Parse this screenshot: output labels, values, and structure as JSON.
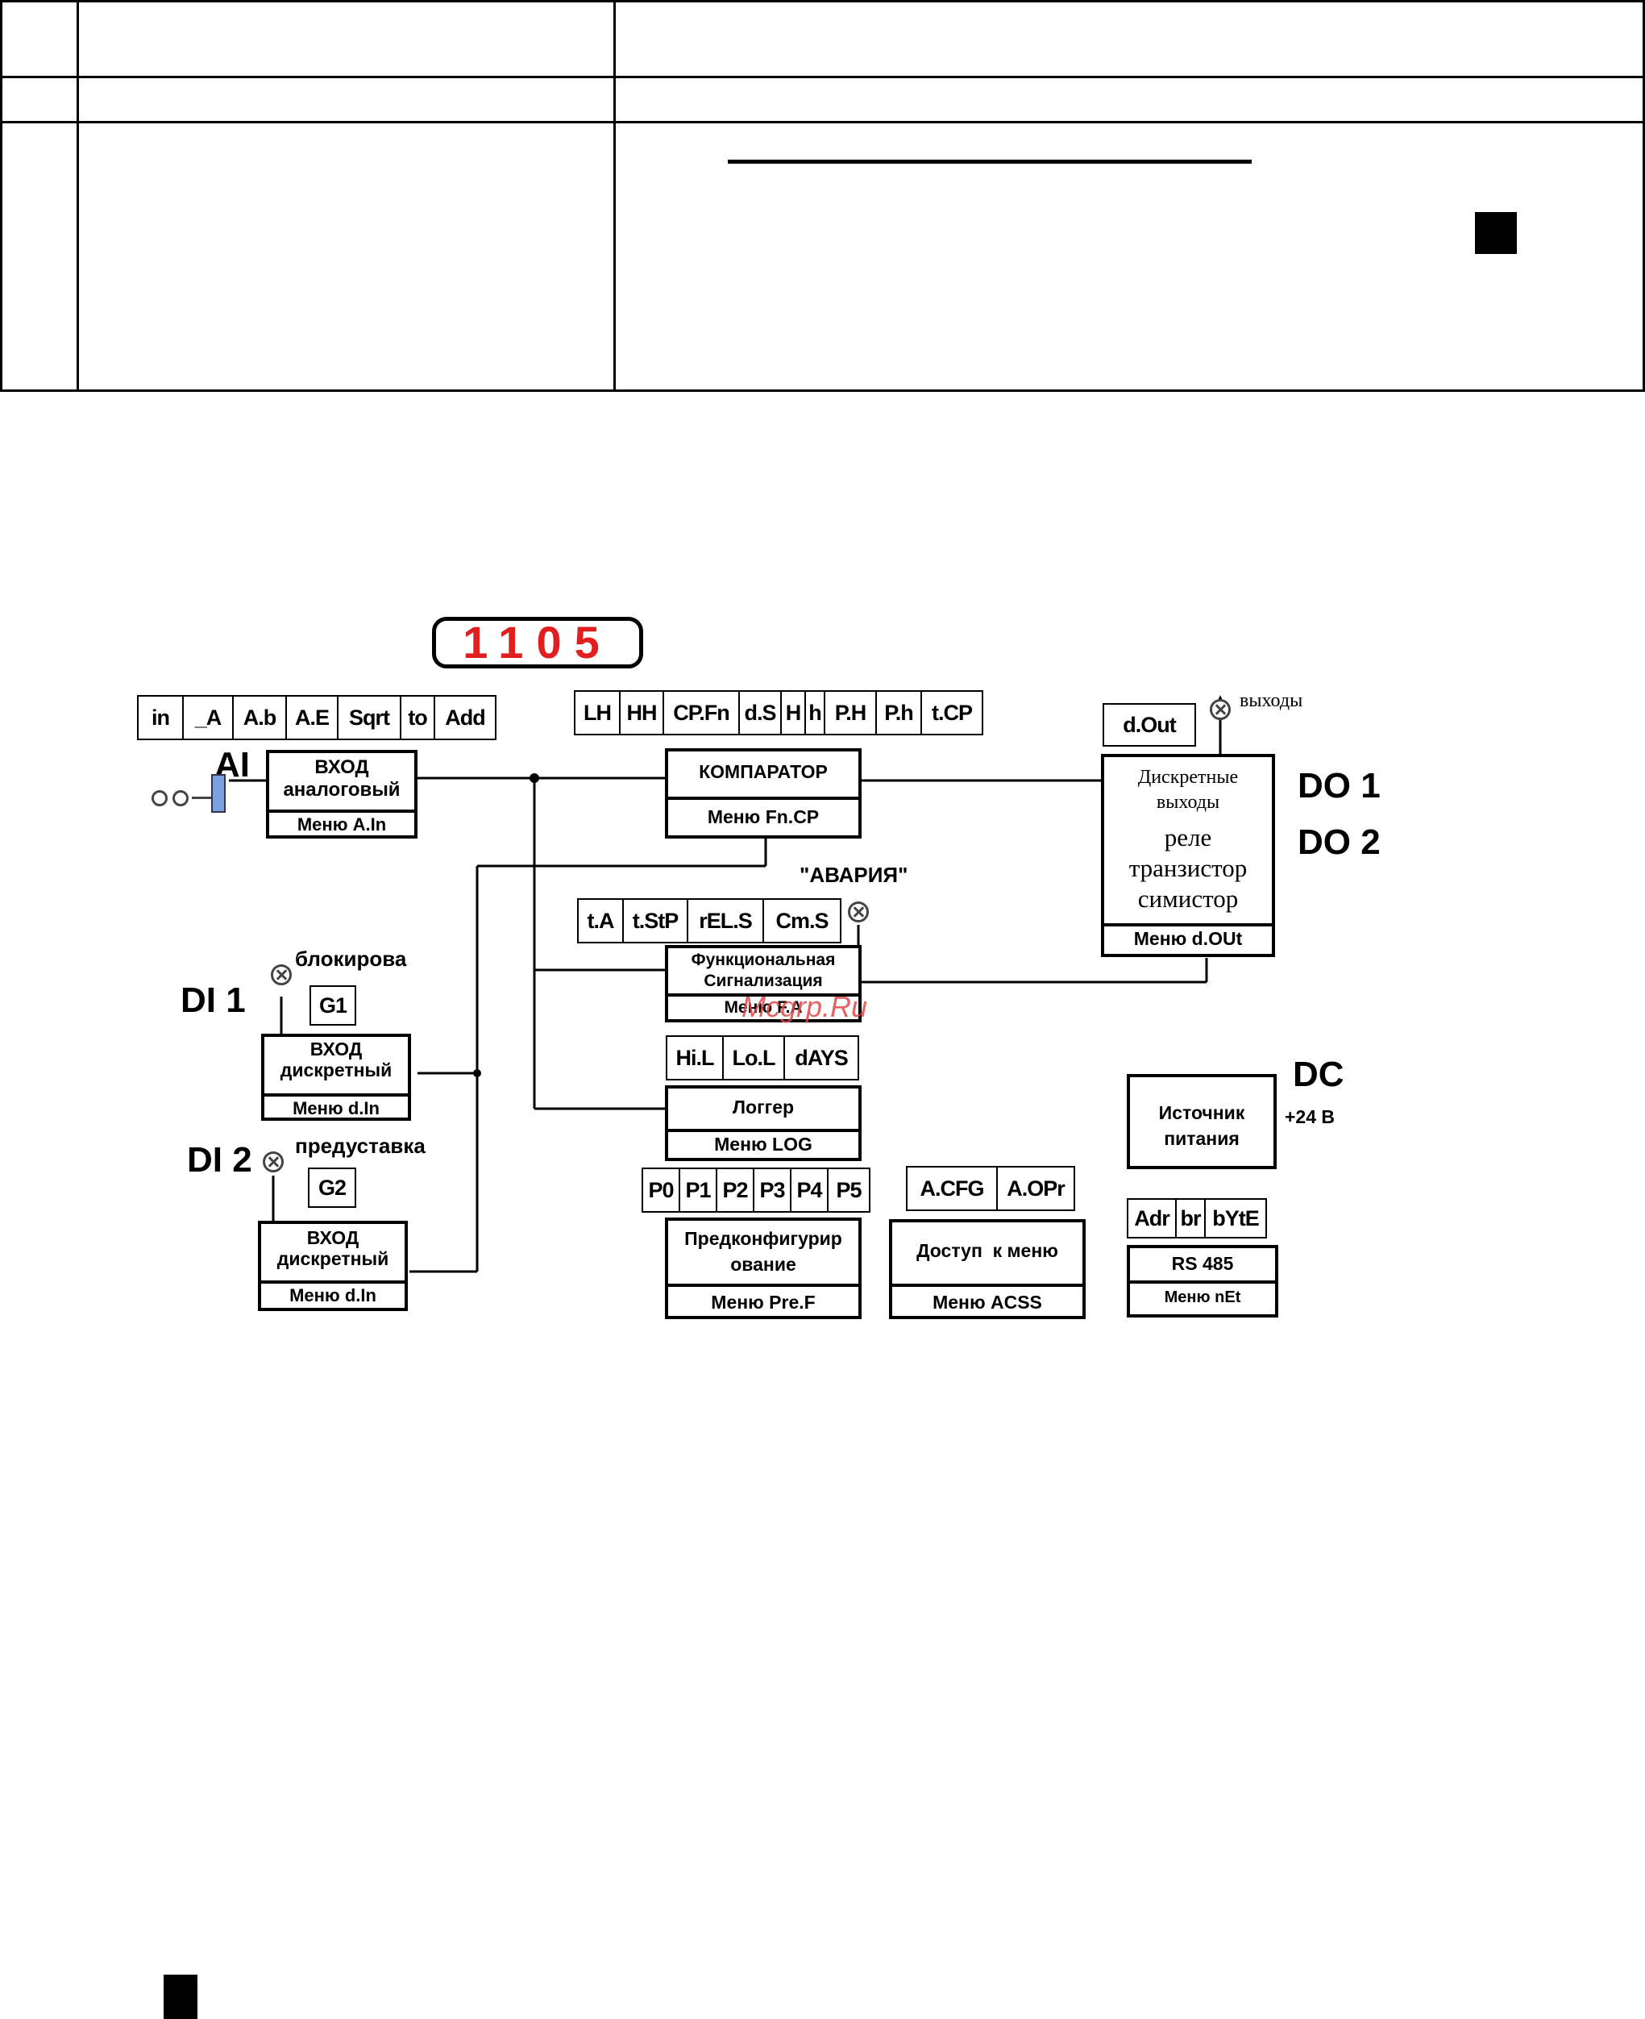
{
  "display": {
    "value": "1105",
    "color": "#e02020"
  },
  "watermark": {
    "text": "Mcgrp.Ru",
    "color": "#e04848"
  },
  "ai": {
    "label": "AI",
    "cells": [
      "in",
      "_A",
      "A.b",
      "A.E",
      "Sqrt",
      "to",
      "Add"
    ],
    "title": "ВХОД аналоговый",
    "menu": "Меню A.In"
  },
  "comparator": {
    "cells": [
      "LH",
      "HH",
      "CP.Fn",
      "d.S",
      "H",
      "h",
      "P.H",
      "P.h",
      "t.CP"
    ],
    "title": "КОМПАРАТОР",
    "menu": "Меню Fn.CP"
  },
  "outputs": {
    "cell": "d.Out",
    "label": "выходы",
    "do1": "DO 1",
    "do2": "DO 2",
    "title": "Дискретные выходы",
    "line1": "реле",
    "line2": "транзистор",
    "line3": "симистор",
    "menu": "Меню d.OUt"
  },
  "alarm": {
    "label": "\"АВАРИЯ\"",
    "cells": [
      "t.A",
      "t.StP",
      "rEL.S",
      "Cm.S"
    ],
    "title": "Функциональная Сигнализация",
    "menu": "Меню F.A"
  },
  "di1": {
    "label": "DI 1",
    "note": "блокирова",
    "cell": "G1",
    "title": "ВХОД дискретный",
    "menu": "Меню d.In"
  },
  "di2": {
    "label": "DI 2",
    "note": "предуставка",
    "cell": "G2",
    "title": "ВХОД дискретный",
    "menu": "Меню d.In"
  },
  "logger": {
    "cells": [
      "Hi.L",
      "Lo.L",
      "dAYS"
    ],
    "title": "Логгер",
    "menu": "Меню LOG"
  },
  "power": {
    "label": "DC",
    "voltage": "+24 В",
    "title": "Источник питания"
  },
  "preconfig": {
    "cells": [
      "P0",
      "P1",
      "P2",
      "P3",
      "P4",
      "P5"
    ],
    "title": "Предконфигурир ование",
    "menu": "Меню Pre.F"
  },
  "access": {
    "cells": [
      "A.CFG",
      "A.OPr"
    ],
    "title": "Доступ  к меню",
    "menu": "Меню ACSS"
  },
  "network": {
    "cells": [
      "Adr",
      "br",
      "bYtE"
    ],
    "title": "RS 485",
    "menu": "Меню nEt"
  }
}
